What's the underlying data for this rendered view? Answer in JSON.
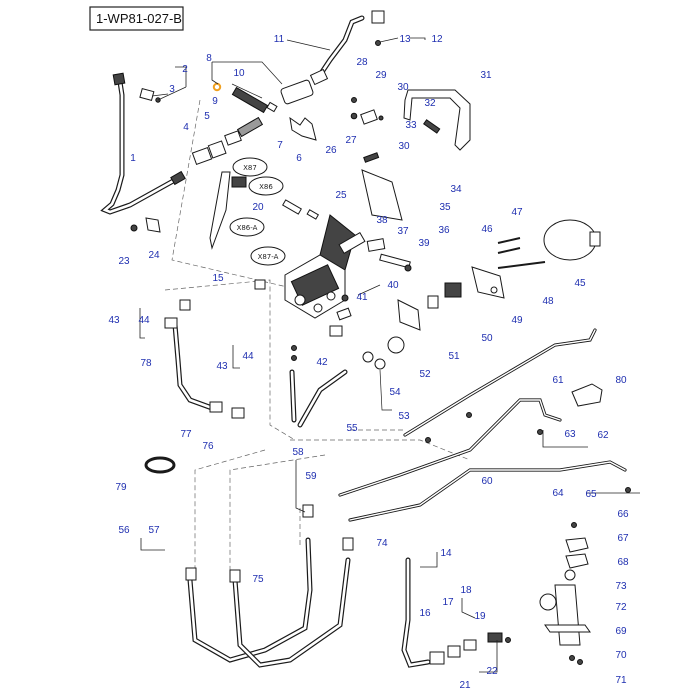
{
  "diagram_id": "1-WP81-027-B",
  "connector_tags": [
    "X87",
    "X86",
    "X86-A",
    "X87-A"
  ],
  "colors": {
    "callout": "#1f2fb0",
    "line": "#1a1a1a",
    "oring": "#f0a020"
  },
  "callouts": [
    {
      "id": "1",
      "text": "1"
    },
    {
      "id": "2",
      "text": "2"
    },
    {
      "id": "3",
      "text": "3"
    },
    {
      "id": "4",
      "text": "4"
    },
    {
      "id": "5",
      "text": "5"
    },
    {
      "id": "6",
      "text": "6"
    },
    {
      "id": "7",
      "text": "7"
    },
    {
      "id": "8",
      "text": "8"
    },
    {
      "id": "9",
      "text": "9"
    },
    {
      "id": "10",
      "text": "10"
    },
    {
      "id": "11",
      "text": "11"
    },
    {
      "id": "12",
      "text": "12"
    },
    {
      "id": "13",
      "text": "13"
    },
    {
      "id": "14",
      "text": "14"
    },
    {
      "id": "15",
      "text": "15"
    },
    {
      "id": "16",
      "text": "16"
    },
    {
      "id": "17",
      "text": "17"
    },
    {
      "id": "18",
      "text": "18"
    },
    {
      "id": "19",
      "text": "19"
    },
    {
      "id": "20",
      "text": "20"
    },
    {
      "id": "21",
      "text": "21"
    },
    {
      "id": "22",
      "text": "22"
    },
    {
      "id": "23",
      "text": "23"
    },
    {
      "id": "24",
      "text": "24"
    },
    {
      "id": "25",
      "text": "25"
    },
    {
      "id": "26",
      "text": "26"
    },
    {
      "id": "27",
      "text": "27"
    },
    {
      "id": "28",
      "text": "28"
    },
    {
      "id": "29",
      "text": "29"
    },
    {
      "id": "30a",
      "text": "30"
    },
    {
      "id": "30b",
      "text": "30"
    },
    {
      "id": "31",
      "text": "31"
    },
    {
      "id": "32",
      "text": "32"
    },
    {
      "id": "33",
      "text": "33"
    },
    {
      "id": "34",
      "text": "34"
    },
    {
      "id": "35",
      "text": "35"
    },
    {
      "id": "36",
      "text": "36"
    },
    {
      "id": "37",
      "text": "37"
    },
    {
      "id": "38",
      "text": "38"
    },
    {
      "id": "39",
      "text": "39"
    },
    {
      "id": "40",
      "text": "40"
    },
    {
      "id": "41",
      "text": "41"
    },
    {
      "id": "42",
      "text": "42"
    },
    {
      "id": "43a",
      "text": "43"
    },
    {
      "id": "43b",
      "text": "43"
    },
    {
      "id": "44a",
      "text": "44"
    },
    {
      "id": "44b",
      "text": "44"
    },
    {
      "id": "45",
      "text": "45"
    },
    {
      "id": "46",
      "text": "46"
    },
    {
      "id": "47",
      "text": "47"
    },
    {
      "id": "48",
      "text": "48"
    },
    {
      "id": "49",
      "text": "49"
    },
    {
      "id": "50",
      "text": "50"
    },
    {
      "id": "51",
      "text": "51"
    },
    {
      "id": "52",
      "text": "52"
    },
    {
      "id": "53",
      "text": "53"
    },
    {
      "id": "54",
      "text": "54"
    },
    {
      "id": "55",
      "text": "55"
    },
    {
      "id": "56",
      "text": "56"
    },
    {
      "id": "57",
      "text": "57"
    },
    {
      "id": "58",
      "text": "58"
    },
    {
      "id": "59",
      "text": "59"
    },
    {
      "id": "60",
      "text": "60"
    },
    {
      "id": "61",
      "text": "61"
    },
    {
      "id": "62",
      "text": "62"
    },
    {
      "id": "63",
      "text": "63"
    },
    {
      "id": "64",
      "text": "64"
    },
    {
      "id": "65",
      "text": "65"
    },
    {
      "id": "66",
      "text": "66"
    },
    {
      "id": "67",
      "text": "67"
    },
    {
      "id": "68",
      "text": "68"
    },
    {
      "id": "69",
      "text": "69"
    },
    {
      "id": "70",
      "text": "70"
    },
    {
      "id": "71",
      "text": "71"
    },
    {
      "id": "72",
      "text": "72"
    },
    {
      "id": "73",
      "text": "73"
    },
    {
      "id": "74",
      "text": "74"
    },
    {
      "id": "75",
      "text": "75"
    },
    {
      "id": "76",
      "text": "76"
    },
    {
      "id": "77",
      "text": "77"
    },
    {
      "id": "78",
      "text": "78"
    },
    {
      "id": "79",
      "text": "79"
    },
    {
      "id": "80",
      "text": "80"
    }
  ]
}
